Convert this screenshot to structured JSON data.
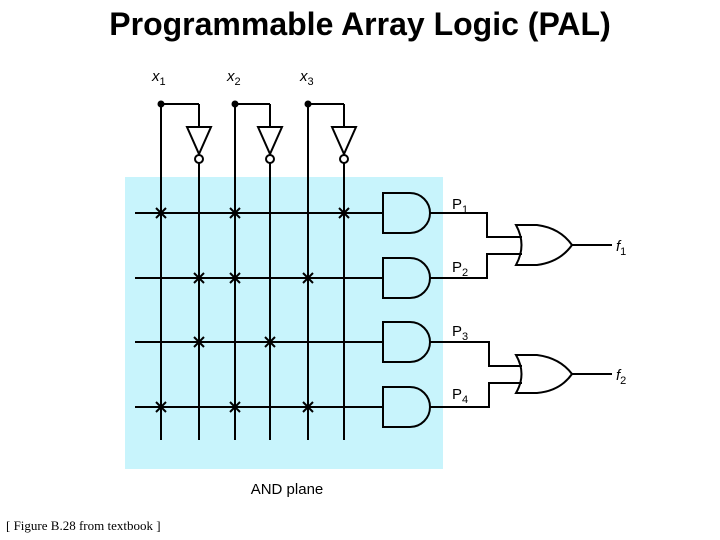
{
  "title": "Programmable Array Logic (PAL)",
  "caption": "[ Figure B.28 from textbook ]",
  "inputs": [
    {
      "base": "x",
      "sub": "1"
    },
    {
      "base": "x",
      "sub": "2"
    },
    {
      "base": "x",
      "sub": "3"
    }
  ],
  "products": [
    {
      "base": "P",
      "sub": "1"
    },
    {
      "base": "P",
      "sub": "2"
    },
    {
      "base": "P",
      "sub": "3"
    },
    {
      "base": "P",
      "sub": "4"
    }
  ],
  "outputs": [
    {
      "base": "f",
      "sub": "1"
    },
    {
      "base": "f",
      "sub": "2"
    }
  ],
  "and_plane_label": "AND plane",
  "colors": {
    "and_plane": "#c8f4fc",
    "wire": "#000000"
  }
}
